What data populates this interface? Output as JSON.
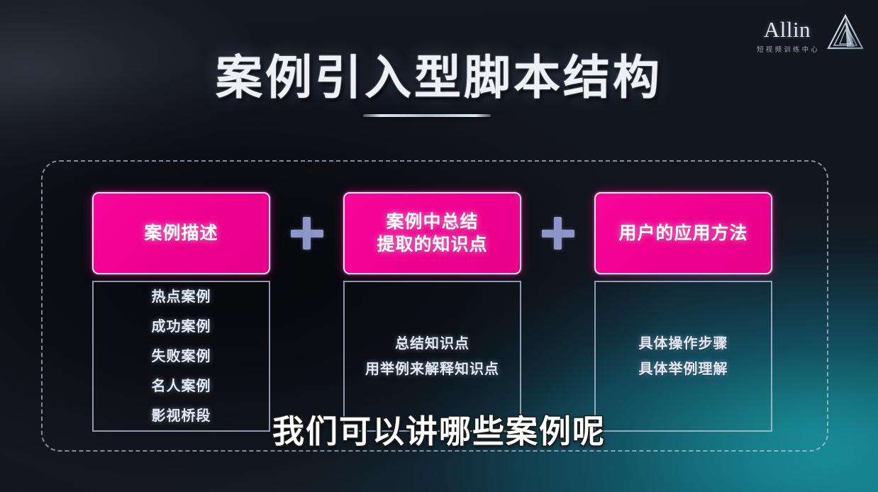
{
  "slide": {
    "title": "案例引入型脚本结构",
    "caption": "我们可以讲哪些案例呢"
  },
  "logo": {
    "word": "Allin",
    "subtitle": "短视频训练中心",
    "mark": "triangle-logo-icon"
  },
  "operators": {
    "plus_1": "+",
    "plus_2": "+"
  },
  "columns": [
    {
      "heading": "案例描述",
      "heading_lines": [
        "案例描述"
      ],
      "items": [
        "热点案例",
        "成功案例",
        "失败案例",
        "名人案例",
        "影视桥段"
      ]
    },
    {
      "heading": "案例中总结提取的知识点",
      "heading_lines": [
        "案例中总结",
        "提取的知识点"
      ],
      "items": [
        "总结知识点",
        "用举例来解释知识点"
      ]
    },
    {
      "heading": "用户的应用方法",
      "heading_lines": [
        "用户的应用方法"
      ],
      "items": [
        "具体操作步骤",
        "具体举例理解"
      ]
    }
  ],
  "colors": {
    "accent_pink": "#ef0090",
    "plus_blue": "#8d96c6",
    "text_light": "#e3e9f2",
    "frame_border": "#cdd7e8",
    "bg_dark": "#15181f",
    "bg_teal": "#1696a0"
  }
}
